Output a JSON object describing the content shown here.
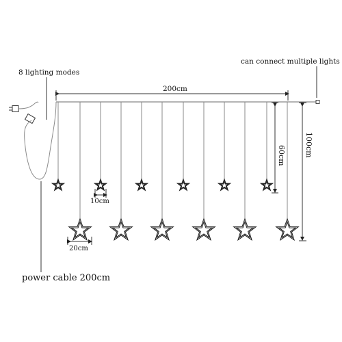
{
  "labels": {
    "connect": "can connect multiple lights",
    "modes": "8 lighting modes",
    "width": "200cm",
    "height_short": "60cm",
    "height_long": "100cm",
    "small_star": "10cm",
    "big_star": "20cm",
    "power_cable": "power cable 200cm"
  },
  "icons": [
    "plug-icon",
    "controller-box-icon",
    "end-connector-icon",
    "star-icon"
  ]
}
